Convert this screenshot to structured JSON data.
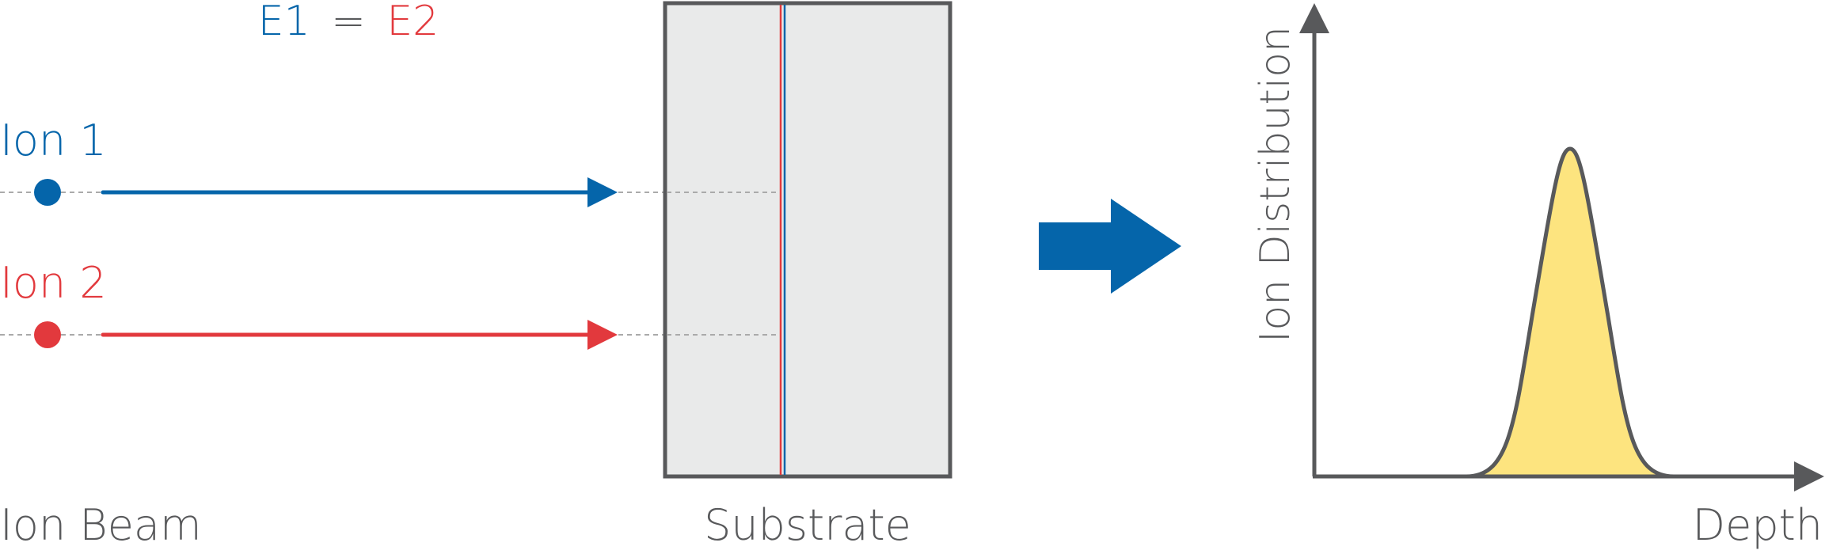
{
  "equation": {
    "left": "E1",
    "op": "=",
    "right": "E2"
  },
  "ions": [
    {
      "label": "Ion 1",
      "color": "#0565aa"
    },
    {
      "label": "Ion 2",
      "color": "#e2393d"
    }
  ],
  "labels": {
    "ion_beam": "Ion Beam",
    "substrate": "Substrate",
    "y_axis": "Ion Distribution",
    "x_axis": "Depth"
  },
  "colors": {
    "text_gray": "#58595b",
    "substrate_fill": "#e9eaea",
    "substrate_stroke": "#58595b",
    "arrow_blue": "#0565aa",
    "peak_fill": "#fde47f",
    "axis": "#58595b"
  }
}
